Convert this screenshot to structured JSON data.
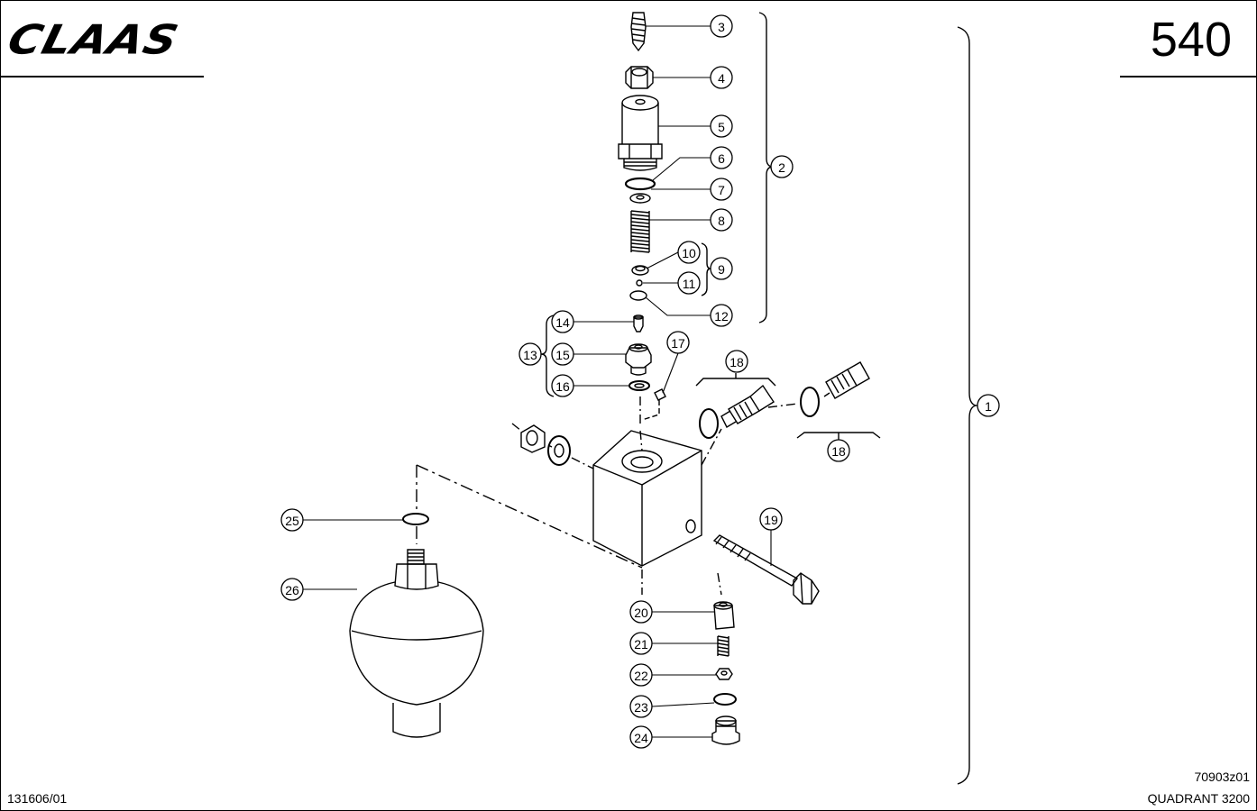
{
  "header": {
    "brand": "CLAAS",
    "page_number": "540"
  },
  "footer": {
    "doc_number": "131606/01",
    "drawing_code": "70903z01",
    "model": "QUADRANT 3200"
  },
  "callouts": {
    "c1": "1",
    "c2": "2",
    "c3": "3",
    "c4": "4",
    "c5": "5",
    "c6": "6",
    "c7": "7",
    "c8": "8",
    "c9": "9",
    "c10": "10",
    "c11": "11",
    "c12": "12",
    "c13": "13",
    "c14": "14",
    "c15": "15",
    "c16": "16",
    "c17": "17",
    "c18a": "18",
    "c18b": "18",
    "c19": "19",
    "c20": "20",
    "c21": "21",
    "c22": "22",
    "c23": "23",
    "c24": "24",
    "c25": "25",
    "c26": "26"
  }
}
